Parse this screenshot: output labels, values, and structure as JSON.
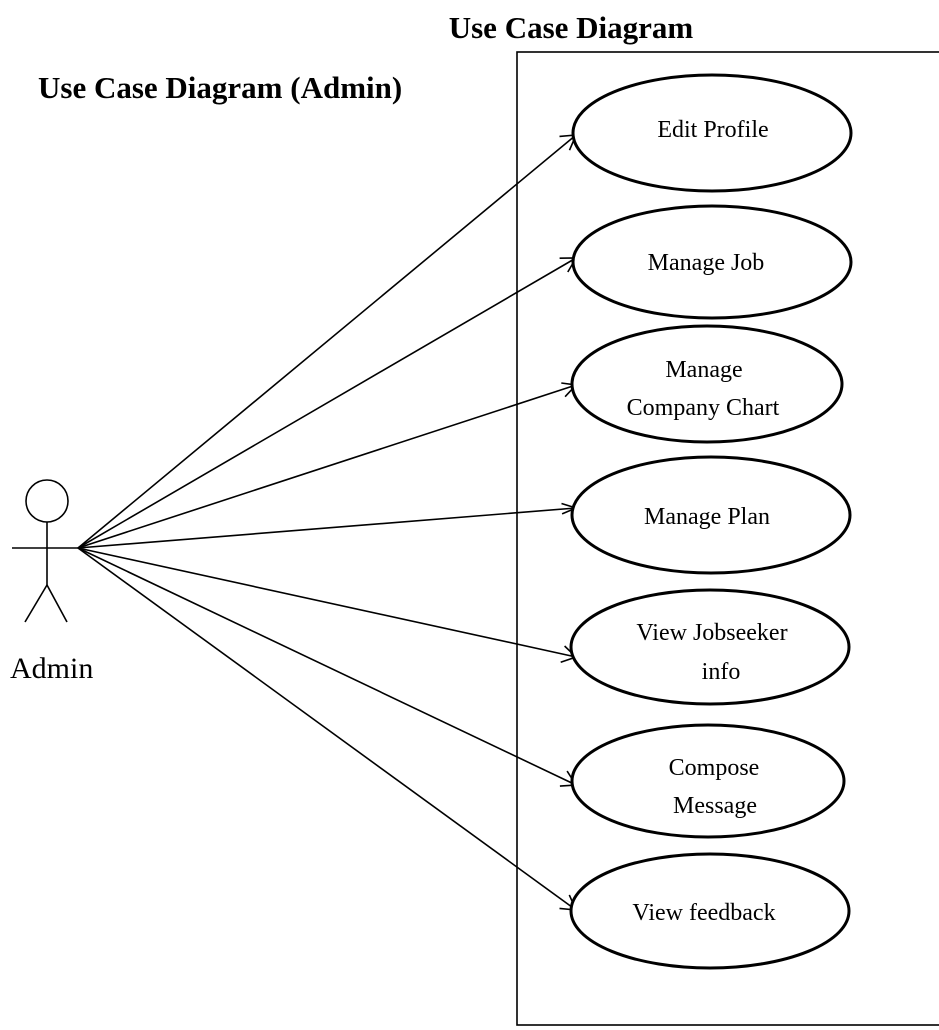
{
  "system_title": "Use Case Diagram",
  "diagram_title": "Use Case Diagram (Admin)",
  "actor": {
    "name": "Admin"
  },
  "use_cases": [
    {
      "lines": [
        "Edit Profile"
      ]
    },
    {
      "lines": [
        "Manage Job"
      ]
    },
    {
      "lines": [
        "Manage",
        "Company Chart"
      ]
    },
    {
      "lines": [
        "Manage Plan"
      ]
    },
    {
      "lines": [
        "View Jobseeker",
        "info"
      ]
    },
    {
      "lines": [
        "Compose",
        "Message"
      ]
    },
    {
      "lines": [
        "View feedback"
      ]
    }
  ]
}
